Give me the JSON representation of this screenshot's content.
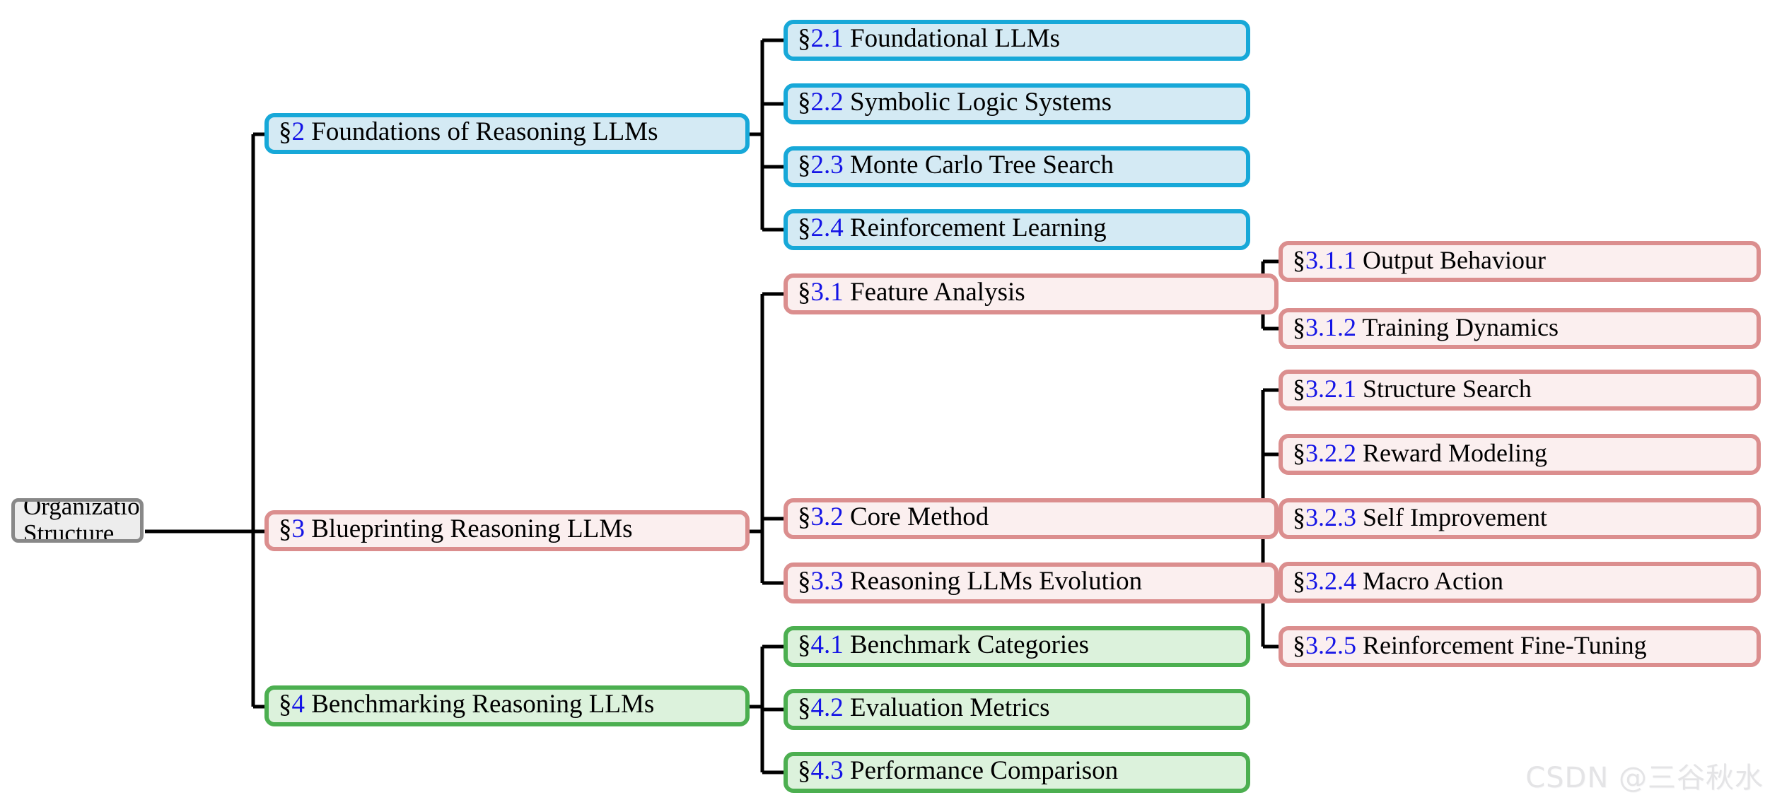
{
  "diagram": {
    "type": "tree",
    "title": "Organizational Structure",
    "root": {
      "id": "root",
      "label": "Organizational Structure",
      "line1": "Organizational",
      "line2": "Structure",
      "theme": "gray",
      "border_color": "#888888",
      "fill_color": "#EDEDED"
    },
    "themes": {
      "blue": {
        "border_color": "#17A8D8",
        "fill_color": "#D4EAF4"
      },
      "pink": {
        "border_color": "#DB8E8E",
        "fill_color": "#FBEFEF"
      },
      "green": {
        "border_color": "#4CAF50",
        "fill_color": "#DCF2DC"
      },
      "gray": {
        "border_color": "#888888",
        "fill_color": "#EDEDED"
      }
    },
    "section_symbol": "§",
    "number_color": "#1414E6",
    "text_color": "#000000",
    "edge_color": "#000000",
    "branches": [
      {
        "id": "sec2",
        "theme": "blue",
        "number": "2",
        "title": "Foundations of Reasoning LLMs",
        "children": [
          {
            "id": "sec2-1",
            "theme": "blue",
            "number": "2.1",
            "title": "Foundational LLMs",
            "children": []
          },
          {
            "id": "sec2-2",
            "theme": "blue",
            "number": "2.2",
            "title": "Symbolic Logic Systems",
            "children": []
          },
          {
            "id": "sec2-3",
            "theme": "blue",
            "number": "2.3",
            "title": "Monte Carlo Tree Search",
            "children": []
          },
          {
            "id": "sec2-4",
            "theme": "blue",
            "number": "2.4",
            "title": "Reinforcement Learning",
            "children": []
          }
        ]
      },
      {
        "id": "sec3",
        "theme": "pink",
        "number": "3",
        "title": "Blueprinting Reasoning LLMs",
        "children": [
          {
            "id": "sec3-1",
            "theme": "pink",
            "number": "3.1",
            "title": "Feature Analysis",
            "children": [
              {
                "id": "sec3-1-1",
                "theme": "pink",
                "number": "3.1.1",
                "title": "Output Behaviour"
              },
              {
                "id": "sec3-1-2",
                "theme": "pink",
                "number": "3.1.2",
                "title": "Training Dynamics"
              }
            ]
          },
          {
            "id": "sec3-2",
            "theme": "pink",
            "number": "3.2",
            "title": "Core Method",
            "children": [
              {
                "id": "sec3-2-1",
                "theme": "pink",
                "number": "3.2.1",
                "title": "Structure Search"
              },
              {
                "id": "sec3-2-2",
                "theme": "pink",
                "number": "3.2.2",
                "title": "Reward Modeling"
              },
              {
                "id": "sec3-2-3",
                "theme": "pink",
                "number": "3.2.3",
                "title": "Self Improvement"
              },
              {
                "id": "sec3-2-4",
                "theme": "pink",
                "number": "3.2.4",
                "title": "Macro Action"
              },
              {
                "id": "sec3-2-5",
                "theme": "pink",
                "number": "3.2.5",
                "title": "Reinforcement Fine-Tuning"
              }
            ]
          },
          {
            "id": "sec3-3",
            "theme": "pink",
            "number": "3.3",
            "title": "Reasoning LLMs Evolution",
            "children": []
          }
        ]
      },
      {
        "id": "sec4",
        "theme": "green",
        "number": "4",
        "title": "Benchmarking Reasoning LLMs",
        "children": [
          {
            "id": "sec4-1",
            "theme": "green",
            "number": "4.1",
            "title": "Benchmark Categories",
            "children": []
          },
          {
            "id": "sec4-2",
            "theme": "green",
            "number": "4.2",
            "title": "Evaluation Metrics",
            "children": []
          },
          {
            "id": "sec4-3",
            "theme": "green",
            "number": "4.3",
            "title": "Performance Comparison",
            "children": []
          }
        ]
      }
    ]
  },
  "watermark": {
    "text": "CSDN @三谷秋水"
  }
}
